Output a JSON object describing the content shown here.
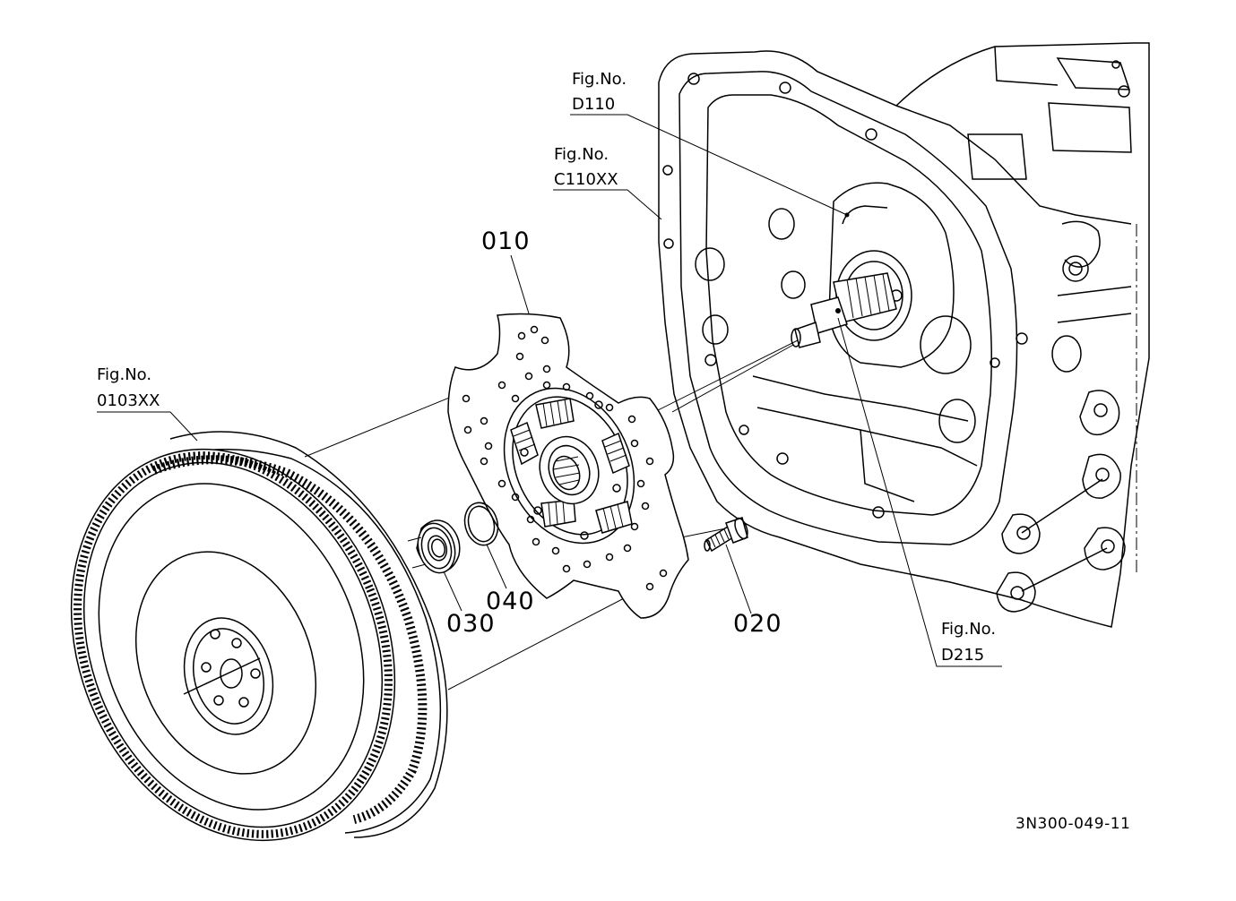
{
  "diagram": {
    "figure_refs": {
      "d110": {
        "line1": "Fig.No.",
        "line2": "D110"
      },
      "c110xx": {
        "line1": "Fig.No.",
        "line2": "C110XX"
      },
      "o103xx": {
        "line1": "Fig.No.",
        "line2": "0103XX"
      },
      "d215": {
        "line1": "Fig.No.",
        "line2": "D215"
      }
    },
    "part_numbers": {
      "p010": "010",
      "p020": "020",
      "p030": "030",
      "p040": "040"
    },
    "drawing_code": "3N300-049-11"
  }
}
